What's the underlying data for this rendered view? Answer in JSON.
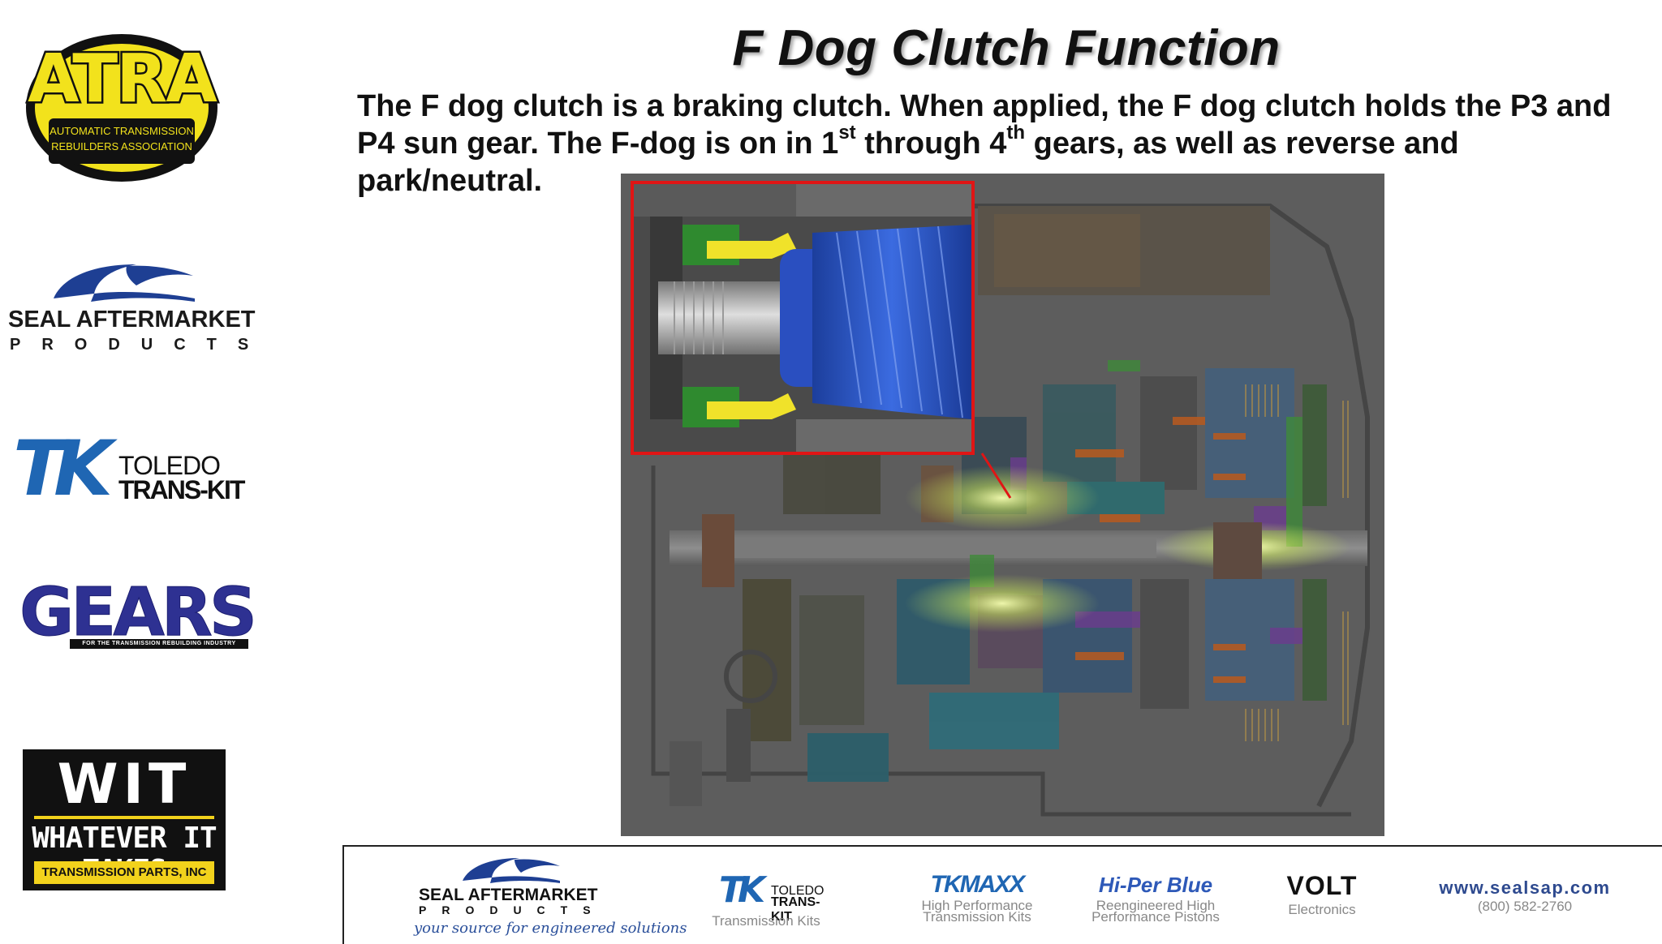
{
  "slide": {
    "title": "F Dog Clutch Function",
    "body": {
      "part1": "The F dog clutch is a braking clutch. When applied, the F dog clutch holds the P3 and P4 sun gear. The F-dog is on in 1",
      "sup1": "st",
      "part2": " through 4",
      "sup2": "th",
      "part3": " gears, as well as reverse and park/neutral."
    }
  },
  "sidebar_logos": {
    "atra": {
      "word": "ATRA",
      "line1": "AUTOMATIC TRANSMISSION",
      "line2": "REBUILDERS ASSOCIATION"
    },
    "seal": {
      "name": "SEAL AFTERMARKET",
      "products": "PRODUCTS"
    },
    "ttk": {
      "mark": "TK",
      "line1": "TOLEDO",
      "line2": "TRANS-KIT"
    },
    "gears": {
      "word": "GEARS",
      "tagline": "FOR THE TRANSMISSION REBUILDING INDUSTRY"
    },
    "wit": {
      "word": "WIT",
      "tagline": "WHATEVER IT TAKES",
      "sub": "TRANSMISSION PARTS, INC"
    }
  },
  "footer": {
    "seal": {
      "name": "SEAL AFTERMARKET",
      "products": "PRODUCTS",
      "slogan": "your source for engineered solutions"
    },
    "ttk": {
      "mark": "TK",
      "line1": "TOLEDO",
      "line2": "TRANS-KIT",
      "caption": "Transmission Kits"
    },
    "maxx": {
      "mark": "TKMAXX",
      "caption1": "High Performance",
      "caption2": "Transmission Kits"
    },
    "hiper": {
      "mark": "Hi-Per Blue",
      "caption1": "Reengineered High",
      "caption2": "Performance Pistons"
    },
    "volt": {
      "mark": "VOLT",
      "caption": "Electronics"
    },
    "web": {
      "url": "www.sealsap.com",
      "phone": "(800) 582-2760"
    }
  },
  "colors": {
    "title": "#111111",
    "atra_yellow": "#f2e21c",
    "brand_blue": "#1f66b3",
    "gears_navy": "#2e3192",
    "inset_border": "#e01515",
    "diagram_bg": "#5d5d5d"
  },
  "icons": [
    "atra-logo",
    "seal-swoosh-icon",
    "ttk-logo",
    "gears-logo",
    "wit-logo",
    "transmission-cutaway-diagram",
    "sun-gear-inset"
  ]
}
